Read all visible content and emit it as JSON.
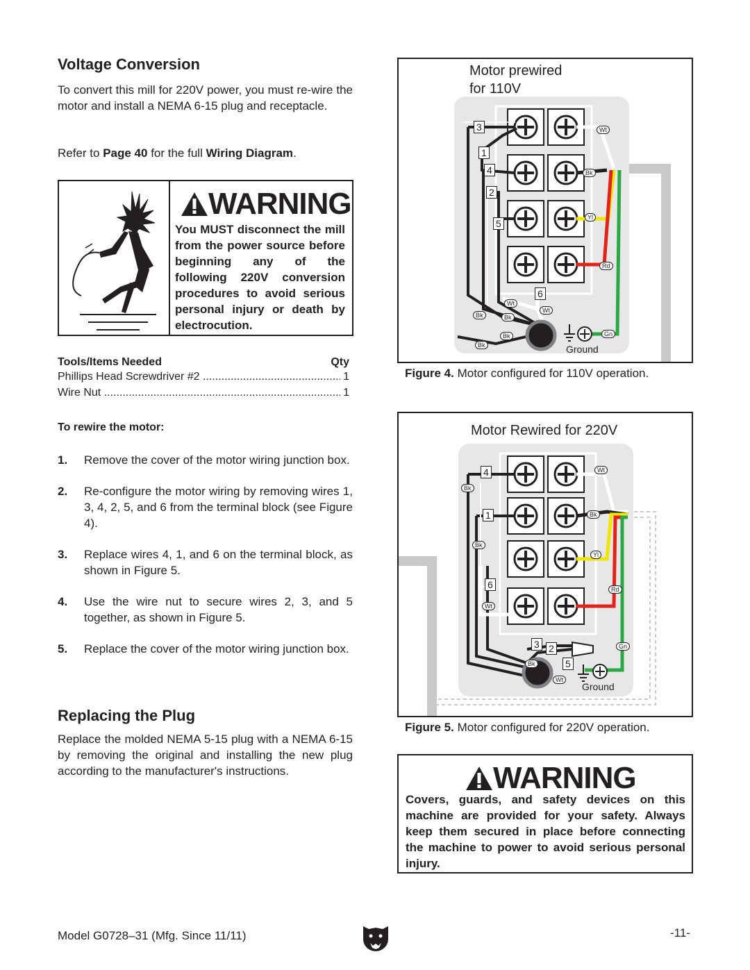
{
  "left": {
    "voltage_heading": "Voltage Conversion",
    "intro_text": "To convert this mill for 220V power, you must re-wire the motor and install a NEMA 6-15 plug and receptacle.",
    "refer_prefix": "Refer to ",
    "refer_page": "Page 40",
    "refer_mid": " for the full ",
    "refer_diagram": "Wiring Diagram",
    "refer_suffix": ".",
    "warning1": {
      "title": "WARNING",
      "text": "You MUST disconnect the mill from the power source before beginning any of the following 220V conversion procedures to avoid serious personal injury or death by electrocution."
    },
    "tools": {
      "header_label": "Tools/Items Needed",
      "header_qty": "Qty",
      "items": [
        {
          "name": "Phillips Head Screwdriver #2",
          "qty": "1"
        },
        {
          "name": "Wire Nut",
          "qty": "1"
        }
      ]
    },
    "rewire_heading": "To rewire the motor:",
    "steps": [
      {
        "num": "1.",
        "text": "Remove the cover of the motor wiring junction box."
      },
      {
        "num": "2.",
        "text": "Re-configure the motor wiring by removing wires 1, 3, 4, 2, 5, and 6 from the terminal block (see Figure 4)."
      },
      {
        "num": "3.",
        "text": "Replace wires 4, 1, and 6 on the terminal block, as shown in Figure 5."
      },
      {
        "num": "4.",
        "text": "Use the wire nut to secure wires 2, 3, and 5 together, as shown in Figure 5."
      },
      {
        "num": "5.",
        "text": "Replace the cover of the motor wiring junction box."
      }
    ],
    "plug_heading": "Replacing the Plug",
    "plug_text": "Replace the molded NEMA 5-15 plug with a NEMA 6-15 by removing the original and installing the new plug according to the manufacturer's instructions."
  },
  "figure4": {
    "title_line1": "Motor prewired",
    "title_line2": "for 110V",
    "caption_bold": "Figure 4.",
    "caption_text": " Motor configured for 110V operation.",
    "labels": {
      "n3": "3",
      "n1": "1",
      "n4": "4",
      "n2": "2",
      "n5": "5",
      "n6": "6",
      "wt": "Wt",
      "bk": "Bk",
      "yl": "Yl",
      "rd": "Rd",
      "gn": "Gn",
      "ground": "Ground"
    }
  },
  "figure5": {
    "title": "Motor Rewired for 220V",
    "caption_bold": "Figure 5.",
    "caption_text": " Motor configured for 220V operation.",
    "labels": {
      "n4": "4",
      "n1": "1",
      "n6": "6",
      "n3": "3",
      "n2": "2",
      "n5": "5",
      "wt": "Wt",
      "bk": "Bk",
      "yl": "Yl",
      "rd": "Rd",
      "gn": "Gn",
      "ground": "Ground"
    }
  },
  "warning2": {
    "title": "WARNING",
    "text": "Covers, guards, and safety devices on this machine are provided for your safety. Always keep them secured in place before connecting the machine to power to avoid serious personal injury."
  },
  "footer": {
    "model": "Model G0728–31 (Mfg. Since 11/11)",
    "page": "-11-"
  },
  "colors": {
    "black_wire": "#231f20",
    "yellow_wire": "#f2e600",
    "red_wire": "#e2231a",
    "green_wire": "#2aa843",
    "panel_gray": "#e6e7e8",
    "ground_conduit": "#c8c9ca"
  }
}
